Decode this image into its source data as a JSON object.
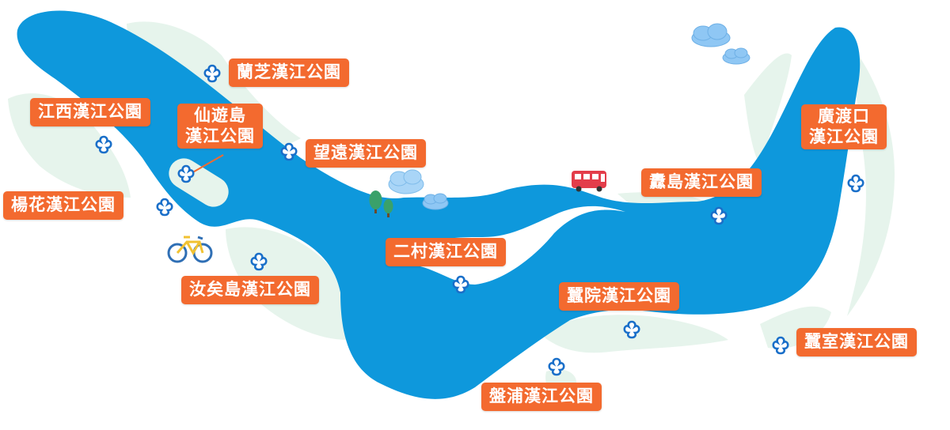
{
  "map": {
    "colors": {
      "river": "#0e98dc",
      "park_green": "#e6f4ec",
      "label_bg": "#f36a2f",
      "label_text": "#ffffff",
      "marker_stroke": "#1a6fc9",
      "cloud": "#8fc7f4"
    },
    "icons": [
      "flower-marker-icon",
      "bicycle-icon",
      "bus-icon",
      "tree-icon",
      "cloud-icon"
    ],
    "parks": [
      {
        "name": "蘭芝漢江公園",
        "lines": [
          "蘭芝漢江公園"
        ]
      },
      {
        "name": "江西漢江公園",
        "lines": [
          "江西漢江公園"
        ]
      },
      {
        "name": "仙遊島漢江公園",
        "lines": [
          "仙遊島",
          "漢江公園"
        ]
      },
      {
        "name": "望遠漢江公園",
        "lines": [
          "望遠漢江公園"
        ]
      },
      {
        "name": "楊花漢江公園",
        "lines": [
          "楊花漢江公園"
        ]
      },
      {
        "name": "汝矣島漢江公園",
        "lines": [
          "汝矣島漢江公園"
        ]
      },
      {
        "name": "二村漢江公園",
        "lines": [
          "二村漢江公園"
        ]
      },
      {
        "name": "纛島漢江公園",
        "lines": [
          "纛島漢江公園"
        ]
      },
      {
        "name": "廣渡口漢江公園",
        "lines": [
          "廣渡口",
          "漢江公園"
        ]
      },
      {
        "name": "蠶院漢江公園",
        "lines": [
          "蠶院漢江公園"
        ]
      },
      {
        "name": "蠶室漢江公園",
        "lines": [
          "蠶室漢江公園"
        ]
      },
      {
        "name": "盤浦漢江公園",
        "lines": [
          "盤浦漢江公園"
        ]
      }
    ]
  }
}
